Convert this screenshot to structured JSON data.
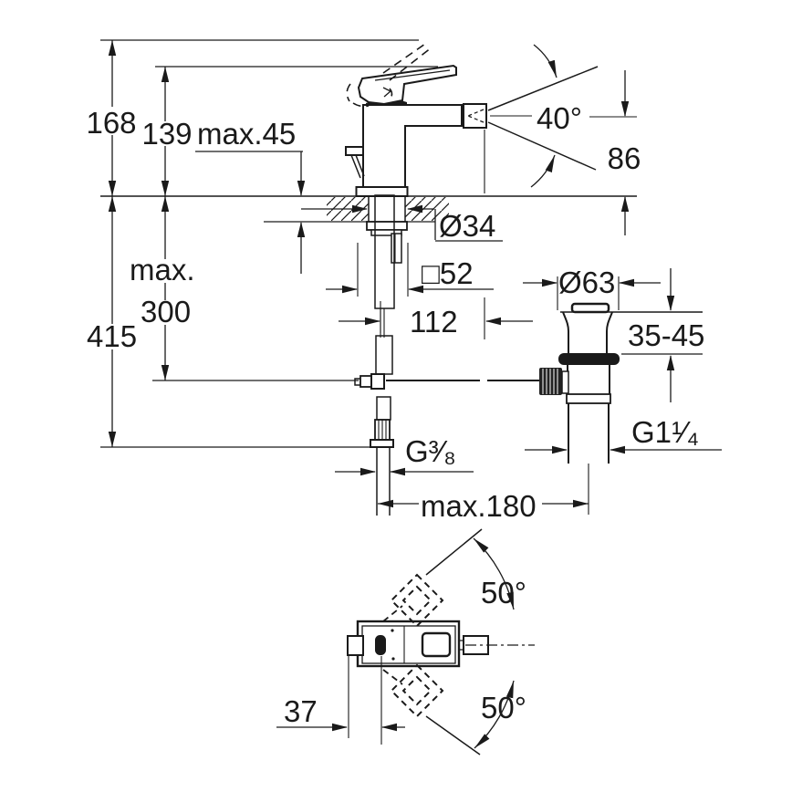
{
  "drawing_type": "technical-dimension-drawing",
  "colors": {
    "line": "#1a1a1a",
    "background": "#ffffff"
  },
  "front_view": {
    "dims": {
      "total_height": "168",
      "spout_top_height": "139",
      "max_deck_thickness": "max.45",
      "spray_angle": "40°",
      "outlet_height": "86",
      "hole_diameter": "Ø34",
      "base_square": "□52",
      "spout_projection": "112",
      "hose_length_prefix": "max.",
      "hose_length_value": "300",
      "overall_drop": "415",
      "waste_diameter": "Ø63",
      "clamping_range": "35-45",
      "waste_thread": "G1¹⁄₄",
      "supply_thread": "G³⁄₈",
      "rod_reach": "max.180"
    }
  },
  "top_view": {
    "dims": {
      "swivel_upper": "50°",
      "swivel_lower": "50°",
      "lever_offset": "37"
    }
  }
}
